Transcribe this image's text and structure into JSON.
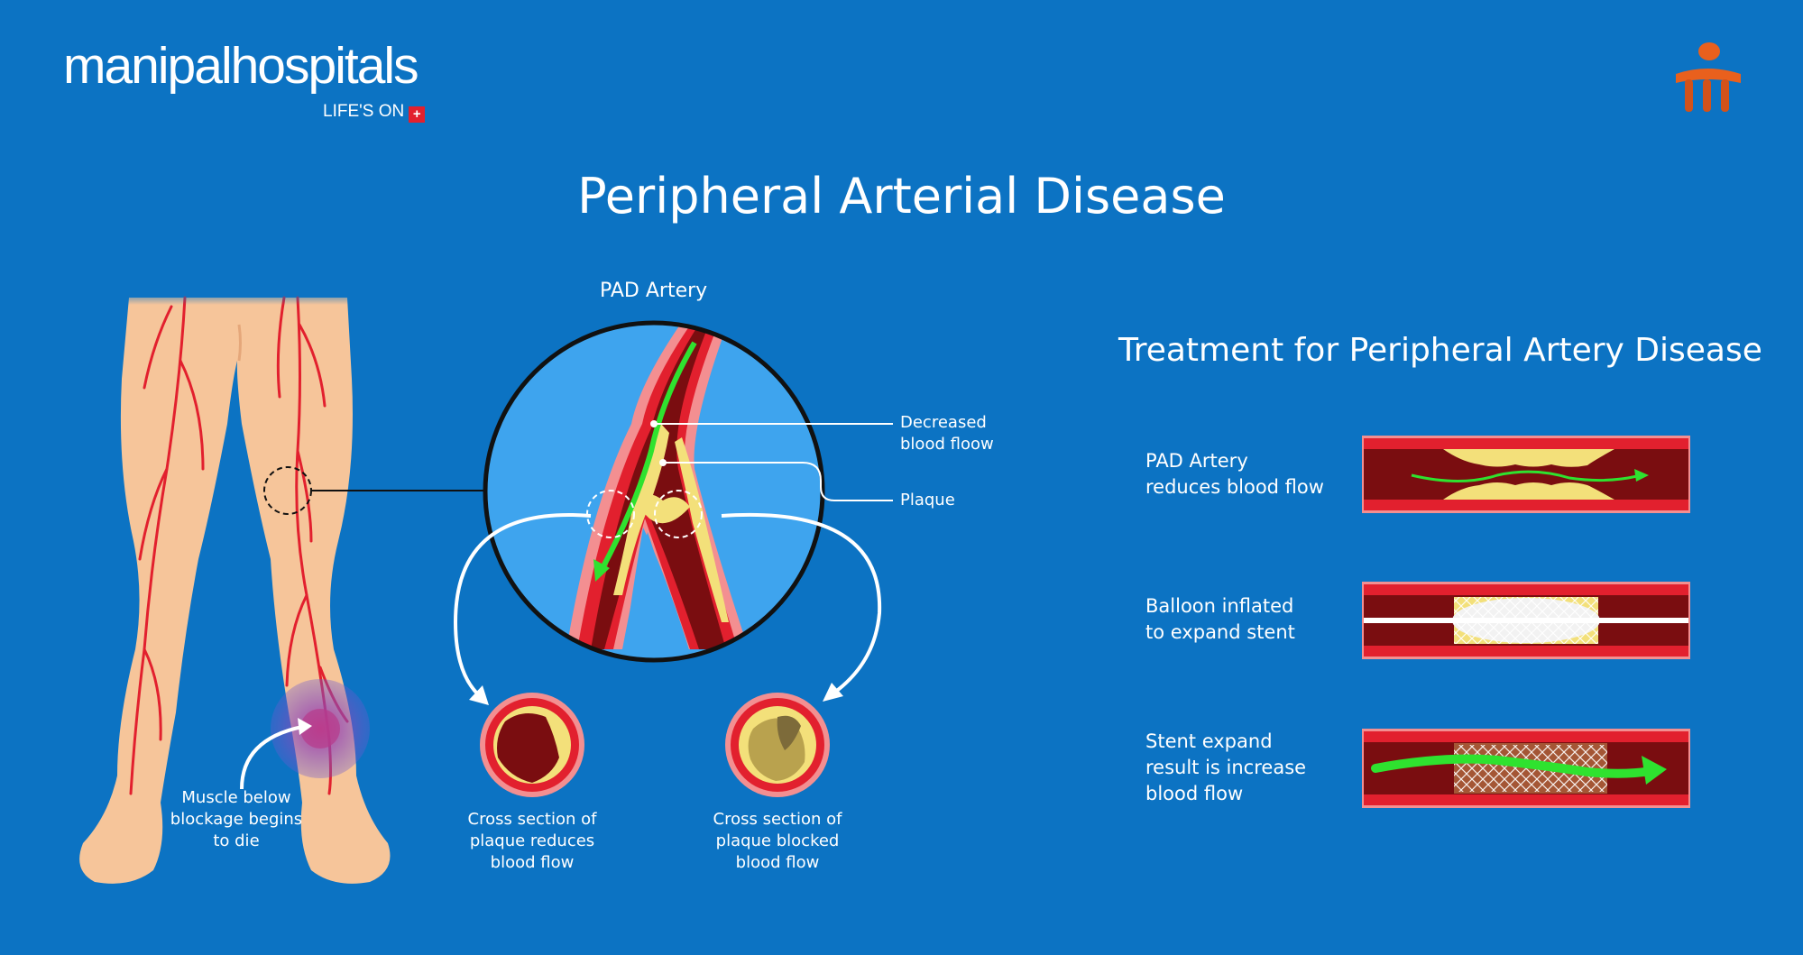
{
  "brand": {
    "name": "manipalhospitals",
    "tagline": "LIFE'S ON",
    "tagline_icon": "red-cross-icon",
    "corner_icon": "manipal-emblem-icon"
  },
  "title": "Peripheral Arterial Disease",
  "pad_artery": {
    "heading": "PAD Artery",
    "label_decreased": [
      "Decreased",
      "blood floow"
    ],
    "label_plaque": "Plaque"
  },
  "leg_label": [
    "Muscle below",
    "blockage begins",
    "to die"
  ],
  "cross_sections": [
    {
      "lines": [
        "Cross section of",
        "plaque reduces",
        "blood flow"
      ]
    },
    {
      "lines": [
        "Cross section of",
        "plaque blocked",
        "blood flow"
      ]
    }
  ],
  "treatment": {
    "title": "Treatment for Peripheral Artery Disease",
    "steps": [
      {
        "lines": [
          "PAD Artery",
          "reduces blood flow"
        ]
      },
      {
        "lines": [
          "Balloon inflated",
          "to expand stent"
        ]
      },
      {
        "lines": [
          "Stent expand",
          "result is increase",
          "blood flow"
        ]
      }
    ]
  },
  "colors": {
    "background": "#0c73c3",
    "artery_red": "#e2202e",
    "artery_dark": "#7a0d10",
    "plaque_yellow": "#f3e07a",
    "flow_green": "#2fe22f",
    "skin": "#f6c59a",
    "lens_blue": "#3ea4ee",
    "brand_orange": "#e9601d"
  }
}
